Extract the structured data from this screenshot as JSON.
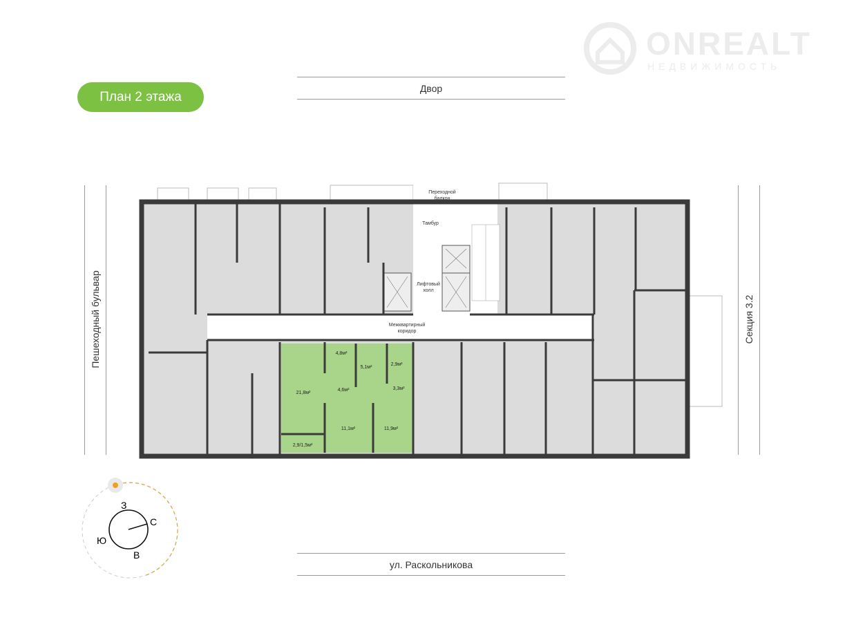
{
  "title": "План 2 этажа",
  "watermark": {
    "brand": "ONREALT",
    "subtitle": "НЕДВИЖИМОСТЬ"
  },
  "streets": {
    "top": "Двор",
    "bottom": "ул. Раскольникова",
    "left": "Пешеходный бульвар",
    "right": "Секция 3.2"
  },
  "common_areas": {
    "passage_balcony": [
      "Переходной",
      "балкон"
    ],
    "vestibule": "Тамбур",
    "elevator_hall": [
      "Лифтовый",
      "холл"
    ],
    "corridor": [
      "Межквартирный",
      "коридор"
    ]
  },
  "selected_apartment": {
    "color": "#a9d58b",
    "rooms": [
      "21,8м²",
      "4,8м²",
      "5,1м²",
      "2,9м²",
      "4,6м²",
      "3,3м²",
      "11,1м²",
      "11,9м²",
      "2,9/1,5м²"
    ]
  },
  "compass": {
    "north": "С",
    "south": "Ю",
    "east": "В",
    "west": "З"
  }
}
